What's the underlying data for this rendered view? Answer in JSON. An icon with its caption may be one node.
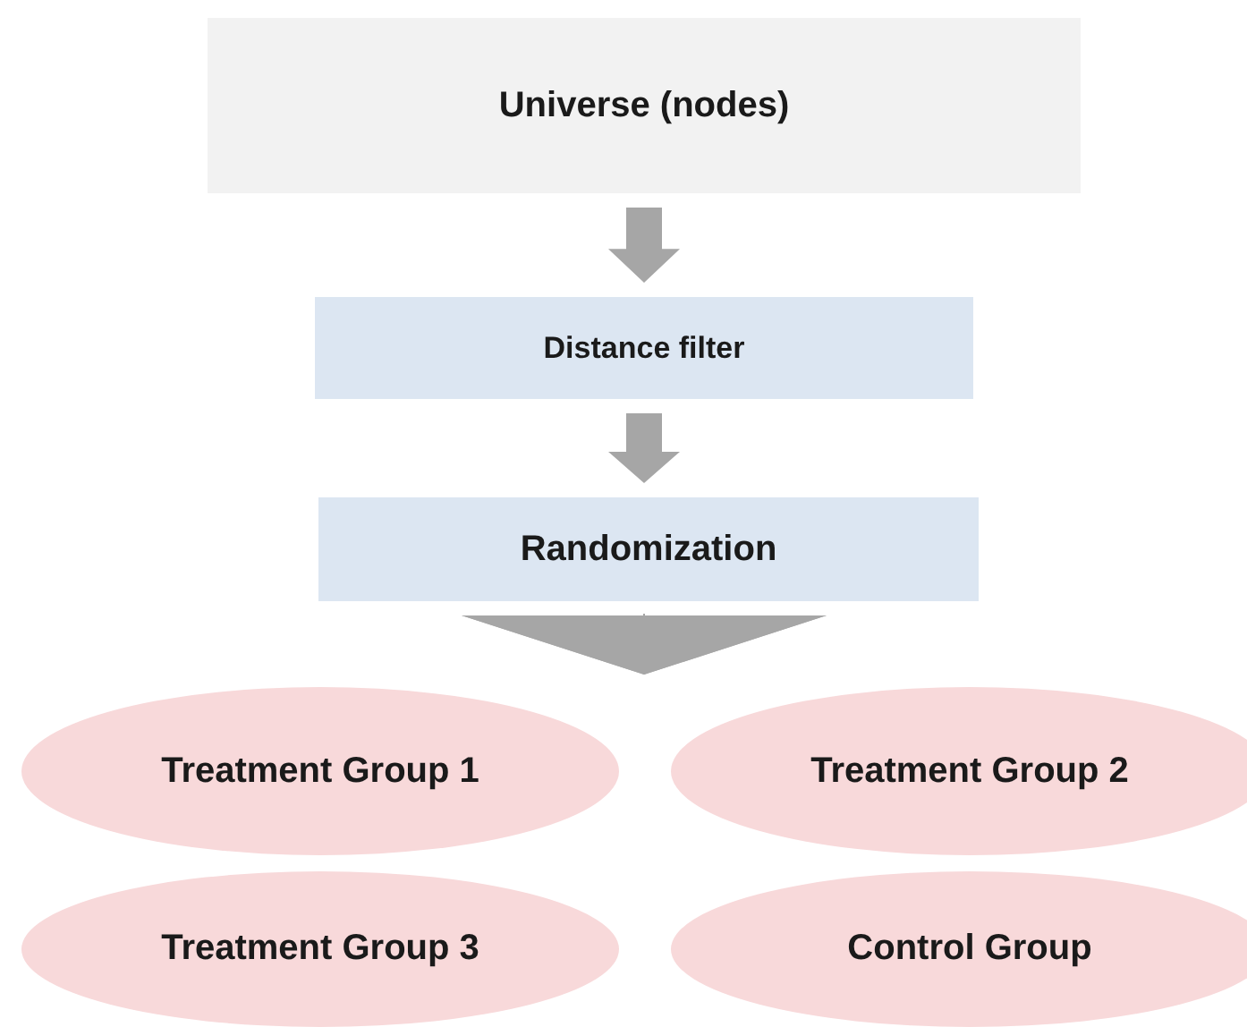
{
  "diagram": {
    "nodes": [
      {
        "text": [
          "Universe (nodes)"
        ]
      },
      {
        "text": [
          "Distance filter"
        ]
      },
      {
        "text": [
          "Randomization"
        ]
      },
      {
        "text": [
          "Treatment Group 1"
        ]
      },
      {
        "text": [
          "Treatment Group 2"
        ]
      },
      {
        "text": [
          "Treatment Group 3"
        ]
      },
      {
        "text": [
          "Control Group"
        ]
      }
    ],
    "edges": [
      {
        "from": 0,
        "to": 1,
        "arrow": "to",
        "style": "thick"
      },
      {
        "from": 1,
        "to": 2,
        "arrow": "to",
        "style": "thick"
      },
      {
        "from": 2,
        "to": 3,
        "arrow": "to"
      },
      {
        "from": 2,
        "to": 4,
        "arrow": "to"
      }
    ]
  }
}
